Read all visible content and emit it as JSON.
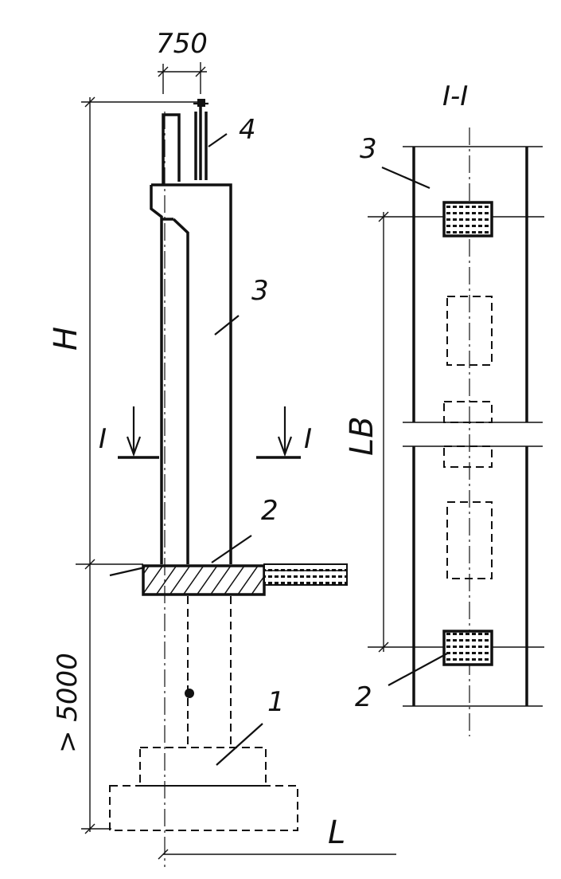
{
  "labels": {
    "top_dimension": "750",
    "height": "H",
    "lower_depth": "> 5000",
    "length": "L",
    "section_title": "I-I",
    "section_mark_left": "I",
    "section_mark_right": "I",
    "bay_length": "LB",
    "item_1": "1",
    "item_2": "2",
    "item_3": "3",
    "item_4": "4",
    "section_item_2": "2",
    "section_item_3": "3"
  }
}
